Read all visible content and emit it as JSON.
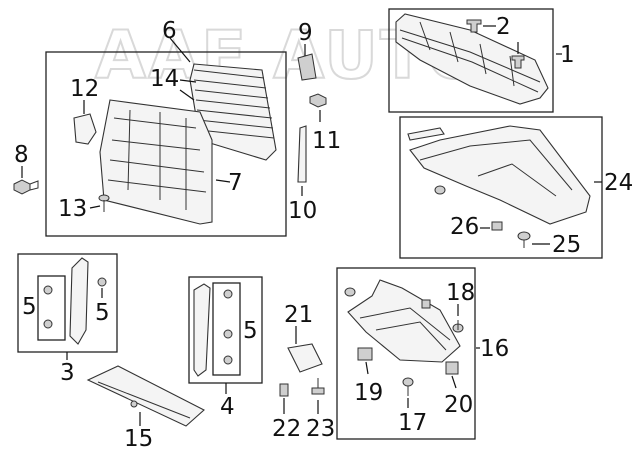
{
  "watermark": "AAF  AUTO",
  "labels": {
    "l1": "1",
    "l2": "2",
    "l3": "3",
    "l4": "4",
    "l5a": "5",
    "l5b": "5",
    "l5c": "5",
    "l6": "6",
    "l7": "7",
    "l8": "8",
    "l9": "9",
    "l10": "10",
    "l11": "11",
    "l12": "12",
    "l13": "13",
    "l14": "14",
    "l15": "15",
    "l16": "16",
    "l17": "17",
    "l18": "18",
    "l19": "19",
    "l20": "20",
    "l21": "21",
    "l22": "22",
    "l23": "23",
    "l24": "24",
    "l25": "25",
    "l26": "26"
  },
  "colors": {
    "line": "#333333",
    "fill": "#f4f4f4",
    "watermark": "#d9d9d9"
  }
}
